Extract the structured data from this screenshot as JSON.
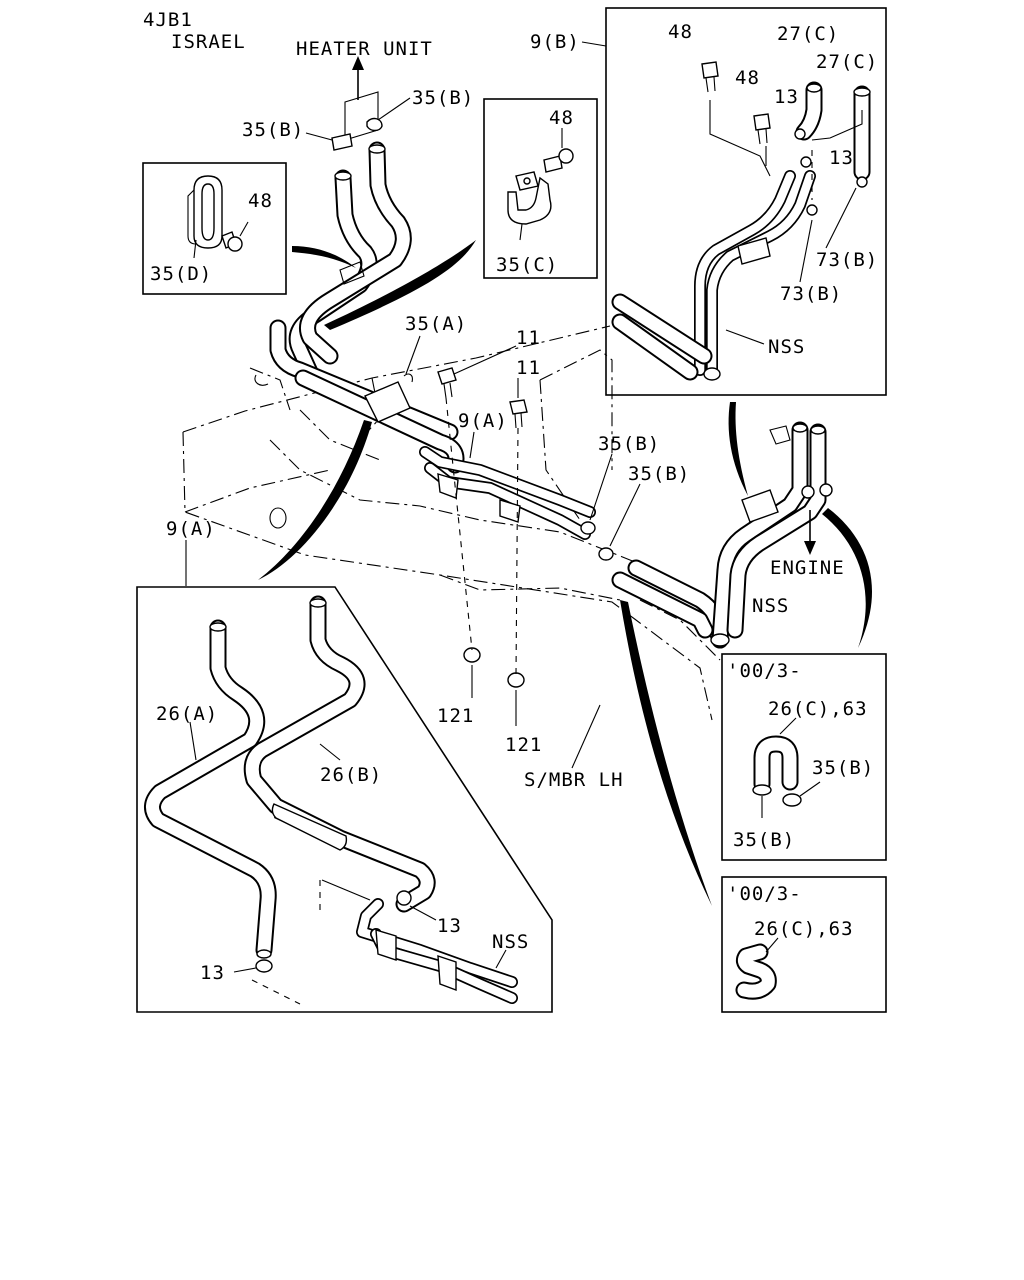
{
  "header": {
    "engine": "4JB1",
    "market": "ISRAEL"
  },
  "labels": {
    "heater_unit": "HEATER UNIT",
    "engine": "ENGINE",
    "s_mbr_lh": "S/MBR LH",
    "nss": "NSS"
  },
  "callouts": {
    "p9a": "9(A)",
    "p9b": "9(B)",
    "p11": "11",
    "p13": "13",
    "p26a": "26(A)",
    "p26b": "26(B)",
    "p26c63": "26(C),63",
    "p27c": "27(C)",
    "p35a": "35(A)",
    "p35b": "35(B)",
    "p35c": "35(C)",
    "p35d": "35(D)",
    "p48": "48",
    "p73b": "73(B)",
    "p121": "121"
  },
  "insets": {
    "from_date": "'00/3-"
  }
}
